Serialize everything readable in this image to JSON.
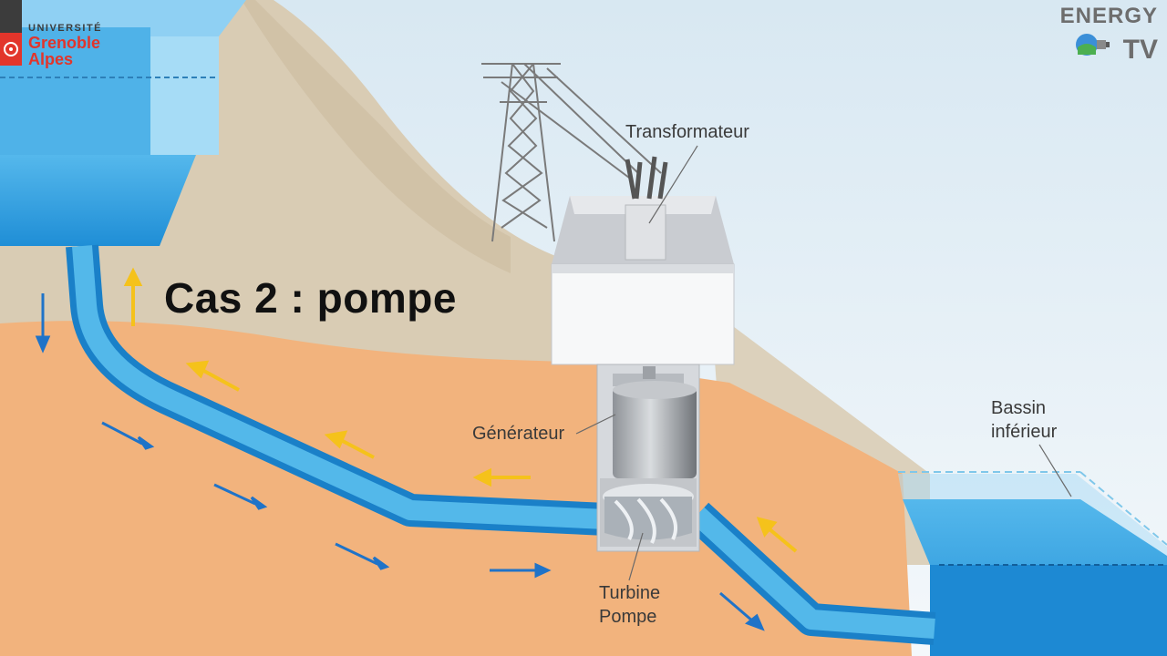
{
  "title": "Cas 2 : pompe",
  "labels": {
    "transformer": "Transformateur",
    "generator": "Générateur",
    "turbine_line1": "Turbine",
    "turbine_line2": "Pompe",
    "lower_basin_line1": "Bassin",
    "lower_basin_line2": "inférieur"
  },
  "logos": {
    "university_small": "UNIVERSITÉ",
    "university_line1": "Grenoble",
    "university_line2": "Alpes",
    "channel_line1": "ENERGY",
    "channel_line2": "TV"
  },
  "colors": {
    "water": "#2a9fe0",
    "soil": "#f2b27c",
    "mountain": "#d8cbb3",
    "arrow_pump": "#f5c21b",
    "arrow_flow": "#1f73c8",
    "university_red": "#e2352b"
  }
}
